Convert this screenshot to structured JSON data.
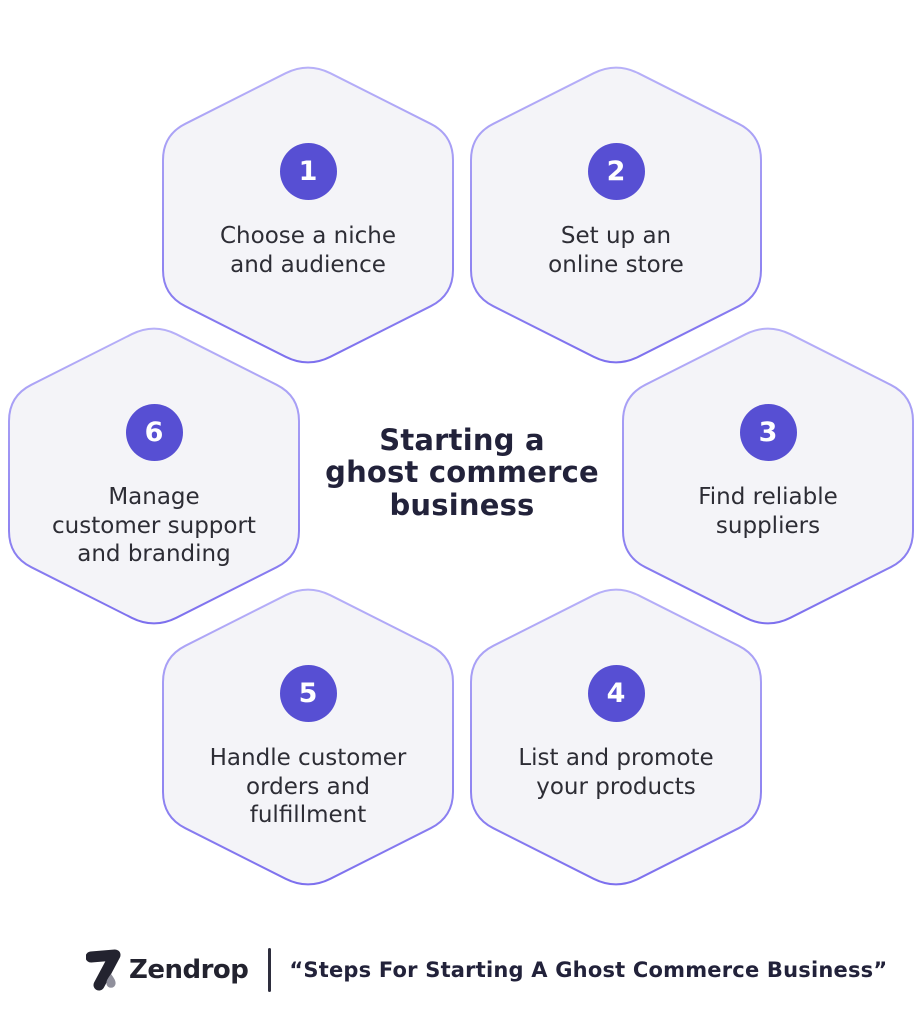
{
  "title": {
    "text": "Starting a\nghost commerce\nbusiness"
  },
  "steps": [
    {
      "number": "1",
      "label": "Choose a niche\nand audience"
    },
    {
      "number": "2",
      "label": "Set up an\nonline store"
    },
    {
      "number": "3",
      "label": "Find reliable\nsuppliers"
    },
    {
      "number": "4",
      "label": "List and promote\nyour products"
    },
    {
      "number": "5",
      "label": "Handle customer\norders and\nfulfillment"
    },
    {
      "number": "6",
      "label": "Manage\ncustomer support\nand branding"
    }
  ],
  "footer": {
    "brand": "Zendrop",
    "caption": "“Steps For Starting A Ghost Commerce Business”"
  },
  "colors": {
    "accent": "#574fd3",
    "hex_fill": "#f4f4f8",
    "hex_border": "#8c81f0",
    "title_color": "#22223a",
    "text_color": "#2d2d35",
    "brand_dark": "#23232f",
    "droplet_gray": "#90909c"
  }
}
